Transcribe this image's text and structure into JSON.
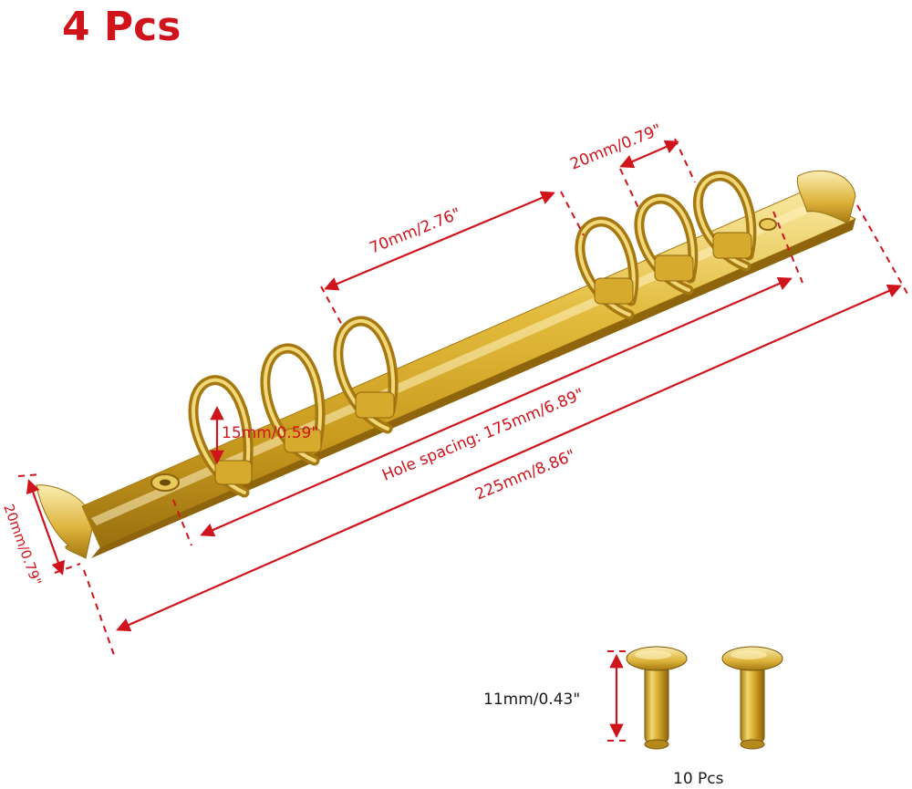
{
  "title": "4 Pcs",
  "dimensions": {
    "ring_spacing": "20mm/0.79\"",
    "ring_group_gap": "70mm/2.76\"",
    "ring_height": "15mm/0.59\"",
    "hole_spacing": "Hole spacing: 175mm/6.89\"",
    "total_length": "225mm/8.86\"",
    "width": "20mm/0.79\"",
    "rivet_height": "11mm/0.43\""
  },
  "rivets_qty": "10 Pcs",
  "colors": {
    "accent_red": "#d0141c",
    "gold_dark": "#a77a10",
    "gold_mid": "#d9ae2c",
    "gold_light": "#f7e59a"
  }
}
